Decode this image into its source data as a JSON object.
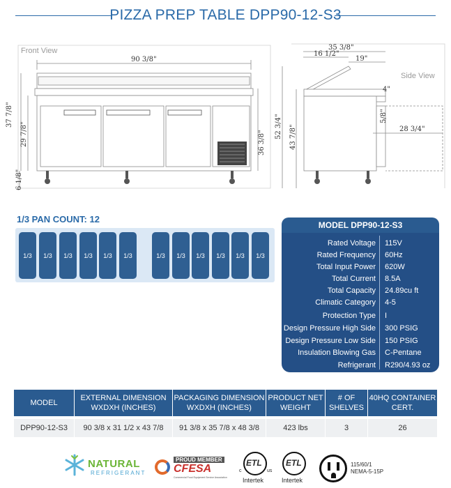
{
  "title": "PIZZA PREP TABLE DPP90-12-S3",
  "front_view": {
    "label": "Front View",
    "width_dim": "90 3/8\"",
    "height_total": "37 7/8\"",
    "height_body": "29 7/8\"",
    "height_right": "36 3/8\"",
    "caster": "6 1/8\""
  },
  "side_view": {
    "label": "Side View",
    "depth_total": "35 3/8\"",
    "depth_top": "16 1/2\"",
    "depth_board": "19\"",
    "height_total": "52 3/4\"",
    "height_body": "43 7/8\"",
    "board_height": "4\"",
    "board_thick": "5/8\"",
    "door_depth": "28 3/4\""
  },
  "pan_count": {
    "title": "1/3 PAN COUNT: 12",
    "pan_label": "1/3"
  },
  "spec": {
    "header": "MODEL DPP90-12-S3",
    "rows": [
      {
        "label": "Rated  Voltage",
        "value": "115V"
      },
      {
        "label": "Rated  Frequency",
        "value": "60Hz"
      },
      {
        "label": "Total Input Power",
        "value": "620W"
      },
      {
        "label": "Total Current",
        "value": "8.5A"
      },
      {
        "label": "Total Capacity",
        "value": "24.89cu ft"
      },
      {
        "label": "Climatic Category",
        "value": "4-5"
      },
      {
        "label": "Protection Type",
        "value": "I"
      },
      {
        "label": "Design Pressure High Side",
        "value": "300 PSIG"
      },
      {
        "label": "Design Pressure Low Side",
        "value": "150 PSIG"
      },
      {
        "label": "Insulation Blowing Gas",
        "value": "C-Pentane"
      },
      {
        "label": "Refrigerant",
        "value": "R290/4.93 oz"
      }
    ]
  },
  "table": {
    "headers": [
      "MODEL",
      "EXTERNAL DIMENSION WXDXH (INCHES)",
      "PACKAGING DIMENSION WXDXH (INCHES)",
      "PRODUCT NET WEIGHT",
      "# OF SHELVES",
      "40HQ CONTAINER CERT."
    ],
    "row": [
      "DPP90-12-S3",
      "90 3/8 x 31 1/2 x 43 7/8",
      "91 3/8 x 35 7/8 x 48 3/8",
      "423 lbs",
      "3",
      "26"
    ]
  },
  "logos": {
    "natural": "NATURAL",
    "refrigerant": "REFRIGERANT",
    "proud_member": "PROUD MEMBER",
    "cfesa": "CFESA",
    "cfesa_sub": "Commercial Food Equipment Service Association",
    "etl_c": "c",
    "etl_us": "us",
    "etl_mark": "ETL",
    "intertek": "Intertek",
    "plug_code": "115/60/1",
    "nema": "NEMA-5-15P"
  },
  "colors": {
    "brand_blue": "#2a6aa8",
    "panel_blue": "#244f86",
    "pan_blue": "#2f5f92",
    "light_blue": "#dbe8f5"
  }
}
